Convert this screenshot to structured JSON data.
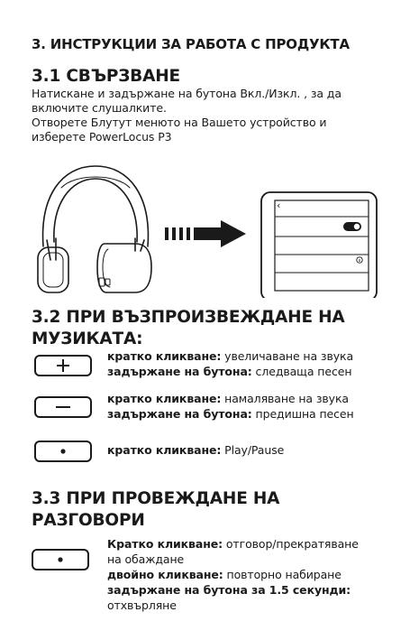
{
  "title": "3. ИНСТРУКЦИИ ЗА РАБОТА С ПРОДУКТА",
  "connect": {
    "heading": "3.1 СВЪРЗВАНЕ",
    "line1": "Натискане и задържане на бутона Вкл./Изкл. , за да",
    "line2": "включите слушалките.",
    "line3": "Отворете Блутут менюто на Вашето устройство и",
    "line4": "изберете PowerLocus P3"
  },
  "illustration": {
    "headphones_icon": "headphones-icon",
    "arrow_icon": "arrow-right-icon",
    "phone_icon": "phone-bluetooth-menu-icon",
    "back_glyph": "‹"
  },
  "music": {
    "heading_line1": "3.2 ПРИ ВЪЗПРОИЗВЕЖДАНЕ НА",
    "heading_line2": "МУЗИКАТА:",
    "rows": [
      {
        "icon": "plus-icon",
        "label1": "кратко кликване:",
        "text1": " увеличаване на звука",
        "label2": "задържане на бутона:",
        "text2": " следваща песен"
      },
      {
        "icon": "minus-icon",
        "label1": "кратко кликване:",
        "text1": " намаляване на звука",
        "label2": "задържане на бутона:",
        "text2": " предишна песен"
      },
      {
        "icon": "dot-icon",
        "label1": "кратко кликване:",
        "text1": " Play/Pause"
      }
    ]
  },
  "calls": {
    "heading_line1": "3.3 ПРИ ПРОВЕЖДАНЕ НА",
    "heading_line2": "РАЗГОВОРИ",
    "icon": "dot-icon",
    "label1": "Кратко кликване:",
    "text1": " отговор/прекратяване",
    "text1b": "на обаждане",
    "label2": "двойно кликване:",
    "text2": " повторно набиране",
    "label3": "задържане на бутона за 1.5 секунди:",
    "text3": "отхвърляне"
  },
  "colors": {
    "ink": "#1a1a1a"
  }
}
